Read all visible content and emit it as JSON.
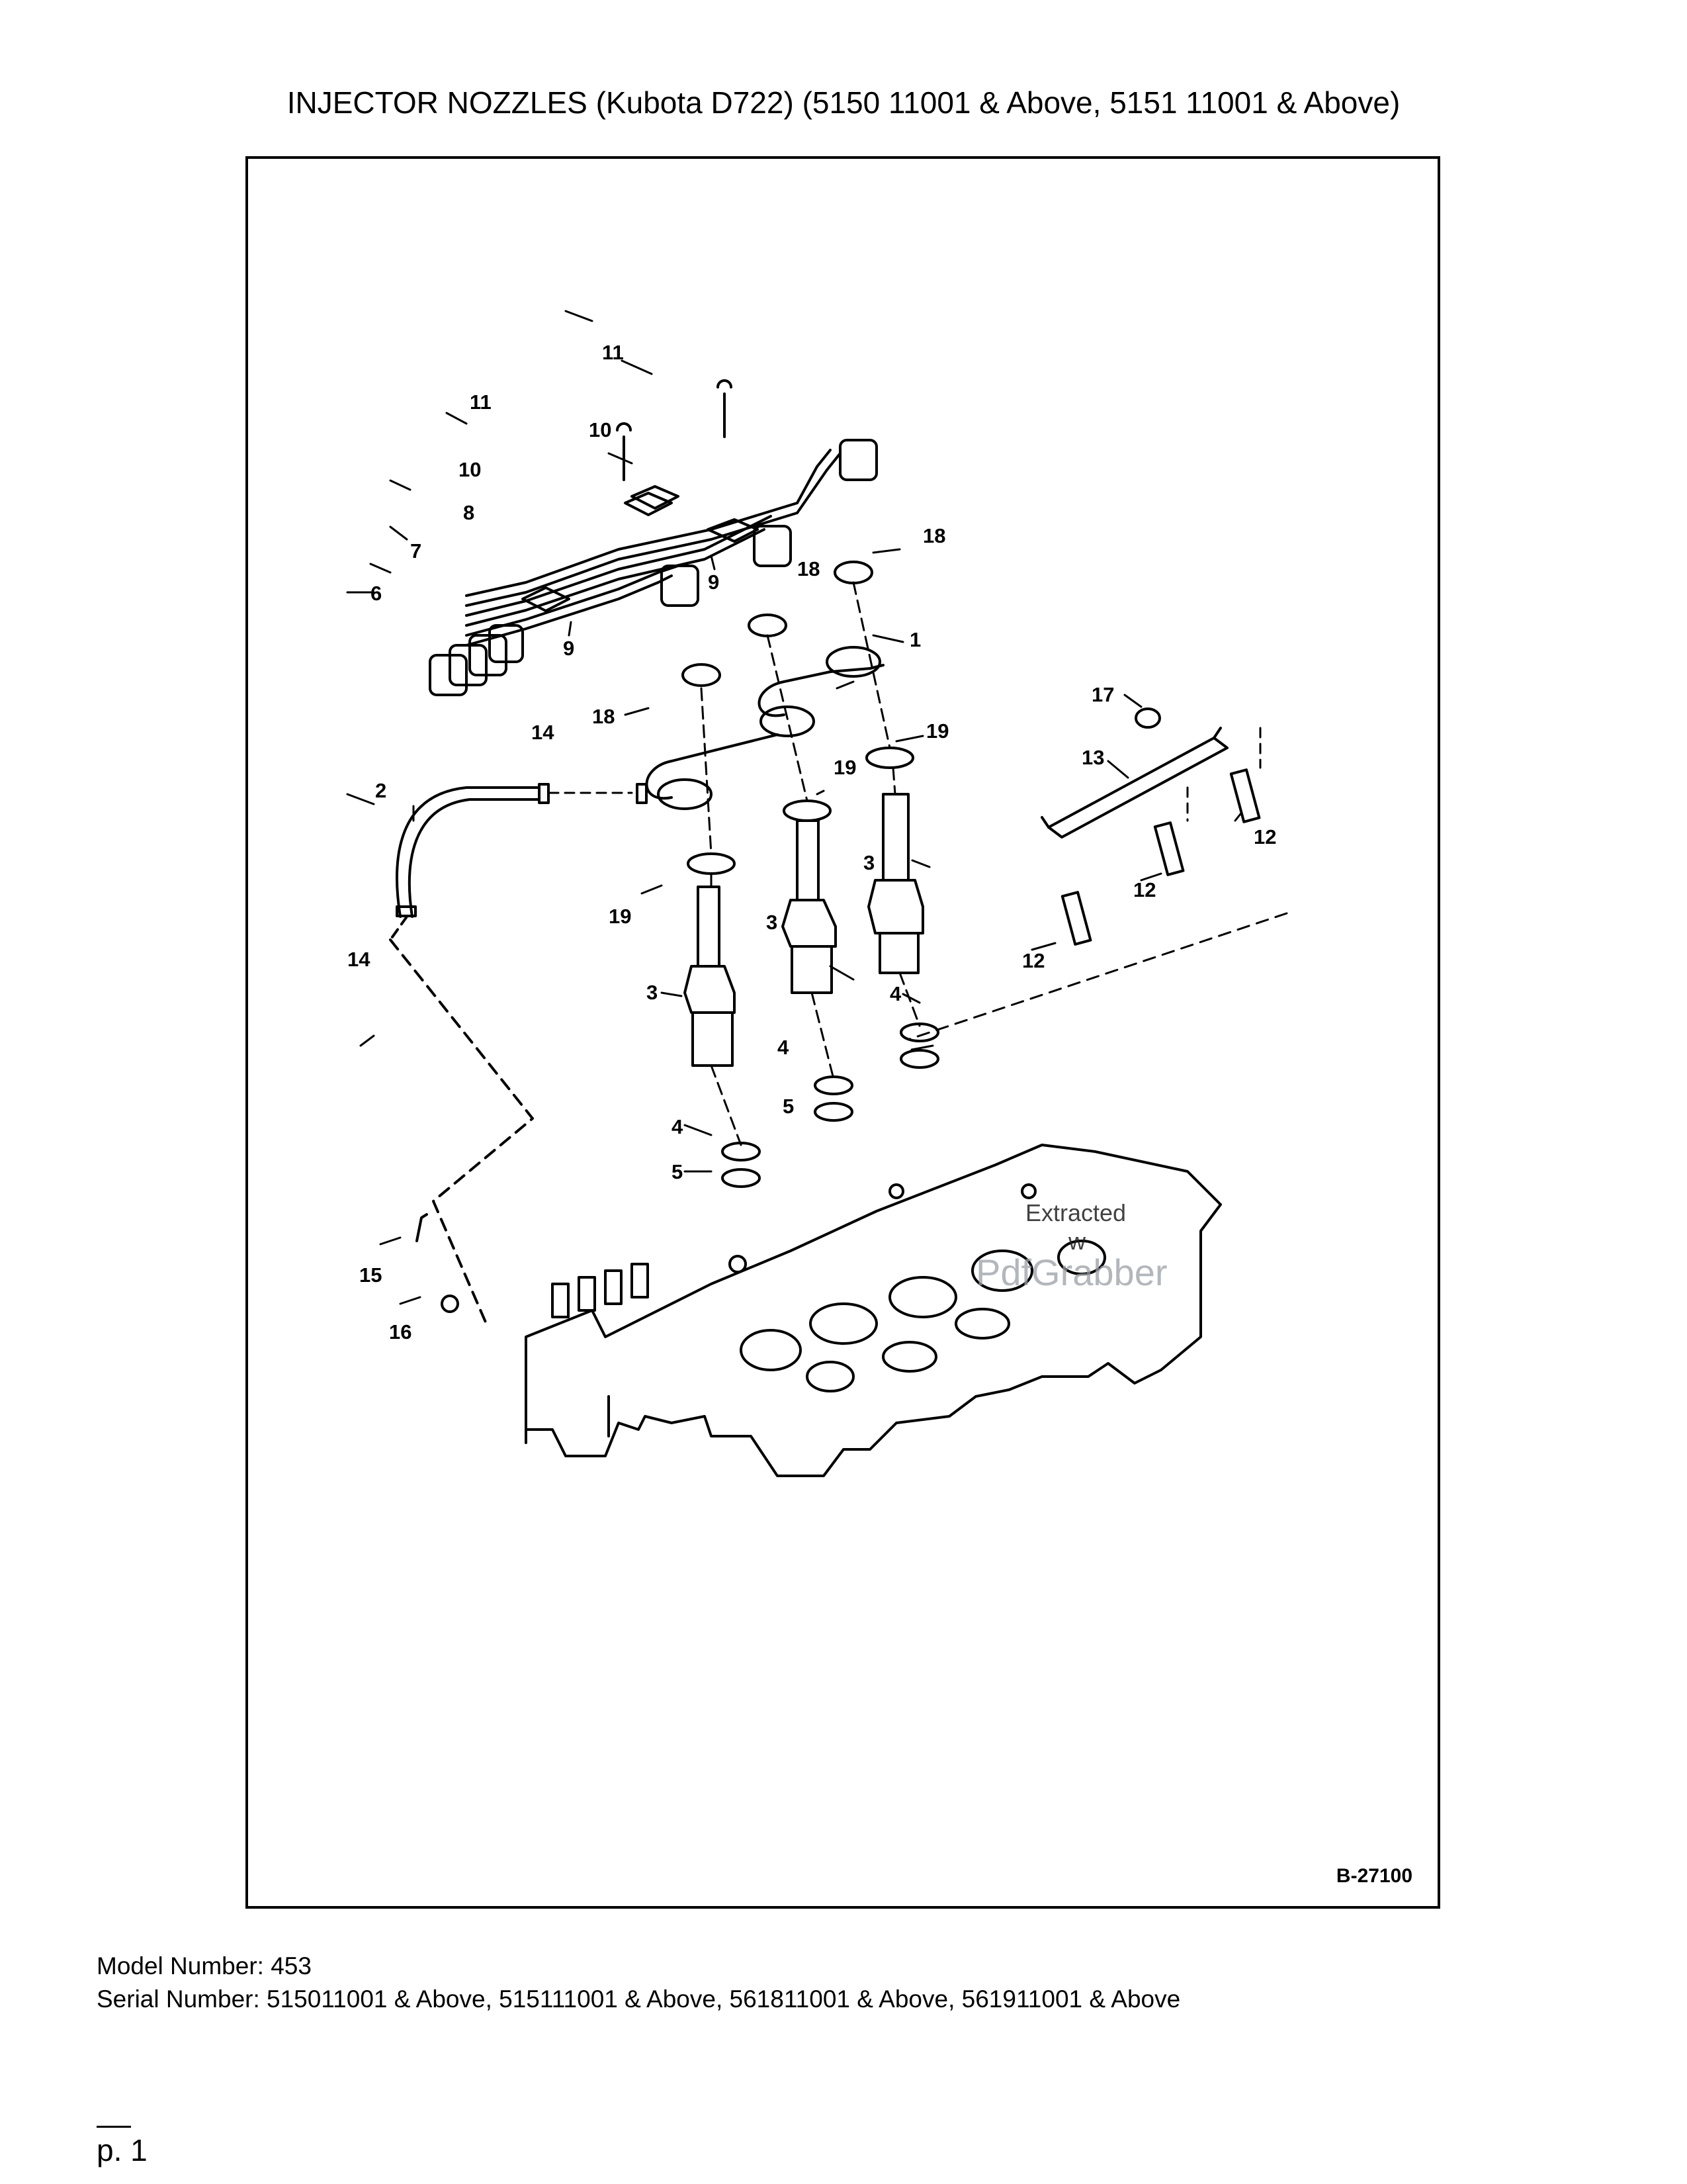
{
  "header": {
    "title": "INJECTOR NOZZLES (Kubota D722) (5150 11001 & Above, 5151 11001 & Above)"
  },
  "figure": {
    "id": "B-27100",
    "watermark": [
      "Extracted",
      "w",
      "PdfGrabber"
    ],
    "callouts": {
      "c1": "1",
      "c2": "2",
      "c3a": "3",
      "c3b": "3",
      "c3c": "3",
      "c4a": "4",
      "c4b": "4",
      "c4c": "4",
      "c5a": "5",
      "c5b": "5",
      "c6": "6",
      "c7": "7",
      "c8": "8",
      "c9a": "9",
      "c9b": "9",
      "c10a": "10",
      "c10b": "10",
      "c11a": "11",
      "c11b": "11",
      "c12a": "12",
      "c12b": "12",
      "c12c": "12",
      "c13": "13",
      "c14a": "14",
      "c14b": "14",
      "c15": "15",
      "c16": "16",
      "c17": "17",
      "c18a": "18",
      "c18b": "18",
      "c18c": "18",
      "c19a": "19",
      "c19b": "19",
      "c19c": "19"
    }
  },
  "footer": {
    "model": "Model Number: 453",
    "serial": "Serial Number: 515011001 & Above, 515111001 & Above, 561811001 & Above, 561911001 & Above",
    "page": "p. 1"
  }
}
